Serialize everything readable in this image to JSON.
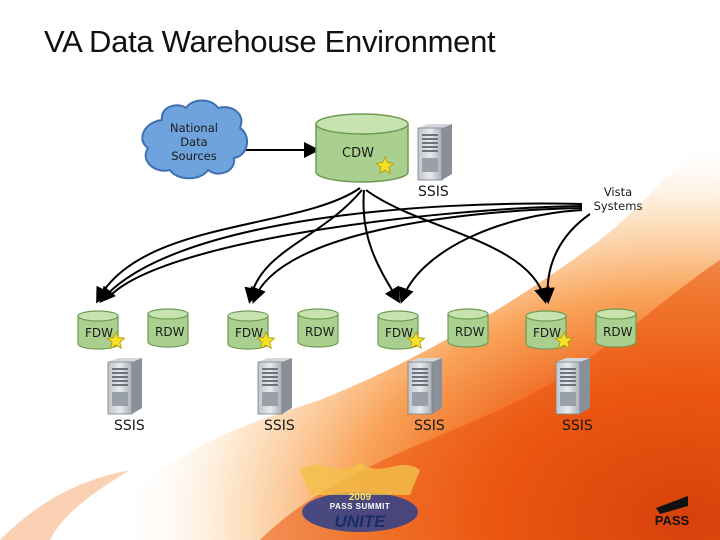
{
  "title": "VA Data Warehouse Environment",
  "nodes": {
    "national_sources": "National\nData\nSources",
    "cdw": "CDW",
    "top_ssis": "SSIS",
    "vista": "Vista\nSystems",
    "fdw_label": "FDW",
    "rdw_label": "RDW",
    "ssis_label": "SSIS"
  },
  "groups": [
    {
      "fdw": "FDW",
      "rdw": "RDW",
      "ssis": "SSIS"
    },
    {
      "fdw": "FDW",
      "rdw": "RDW",
      "ssis": "SSIS"
    },
    {
      "fdw": "FDW",
      "rdw": "RDW",
      "ssis": "SSIS"
    },
    {
      "fdw": "FDW",
      "rdw": "RDW",
      "ssis": "SSIS"
    }
  ],
  "logos": {
    "summit_year": "2009",
    "summit_name": "PASS SUMMIT",
    "summit_tag": "UNITE",
    "pass": "PASS"
  },
  "colors": {
    "cylinder_fill": "#a9d08e",
    "cylinder_stroke": "#6f9a52",
    "cloud_fill": "#6fa3dd",
    "cloud_stroke": "#3f6fb0",
    "star": "#f6e12a",
    "arrow": "#000000"
  }
}
